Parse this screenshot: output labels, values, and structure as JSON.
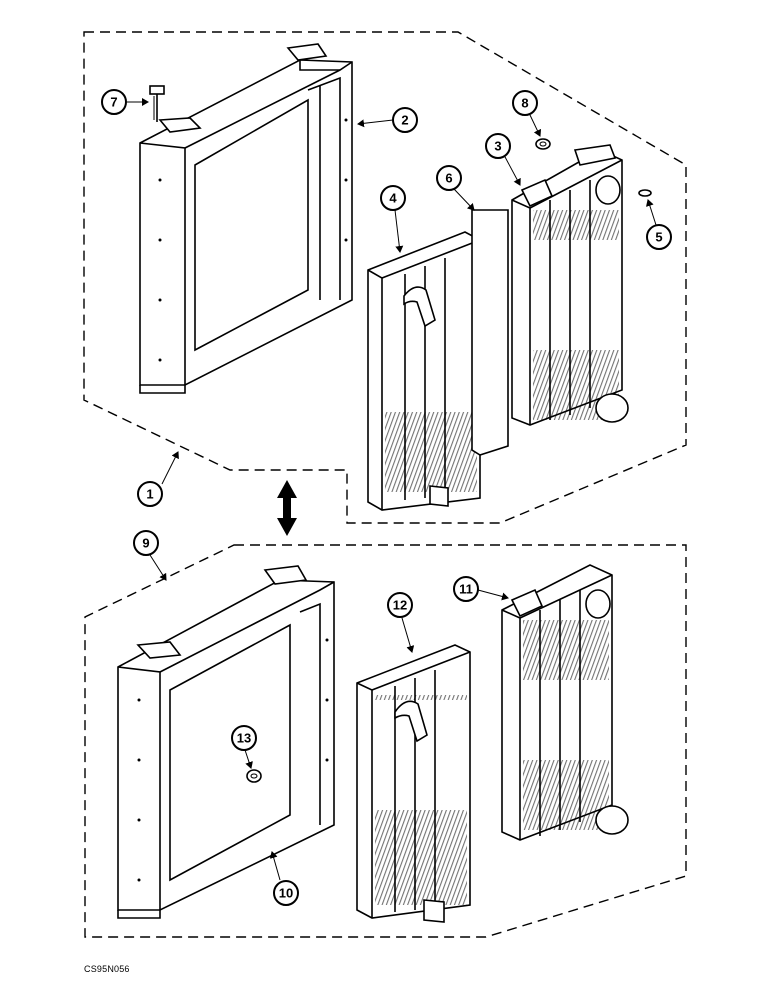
{
  "callouts": {
    "c1": "1",
    "c2": "2",
    "c3": "3",
    "c4": "4",
    "c5": "5",
    "c6": "6",
    "c7": "7",
    "c8": "8",
    "c9": "9",
    "c10": "10",
    "c11": "11",
    "c12": "12",
    "c13": "13"
  },
  "caption": "CS95N056",
  "colors": {
    "ink": "#000000",
    "paper": "#ffffff"
  }
}
